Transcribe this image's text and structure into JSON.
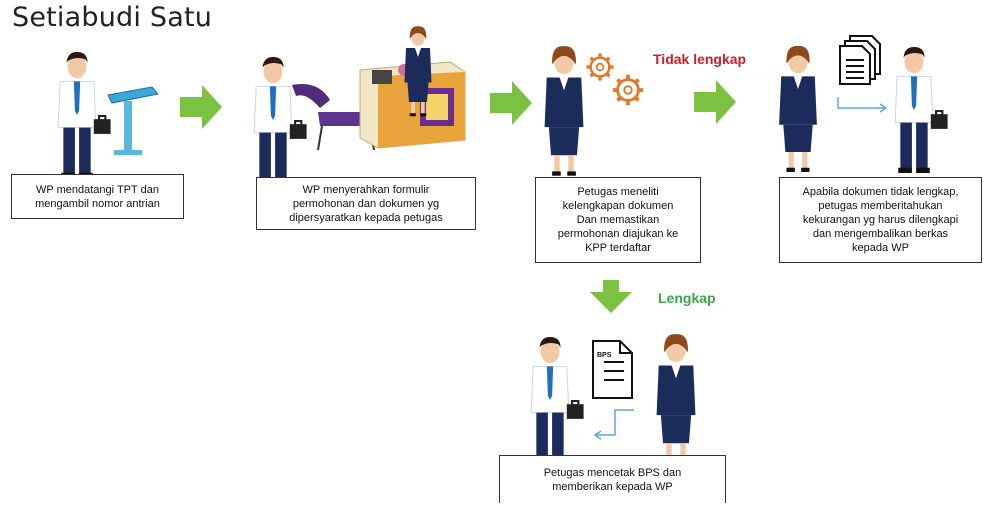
{
  "title": "Setiabudi Satu",
  "colors": {
    "arrow_green": "#7cc242",
    "tidak_lengkap_red": "#c8202f",
    "lengkap_green": "#3aa44a",
    "suit_navy": "#1b2c5c",
    "tie_blue": "#1f6fc0"
  },
  "steps": [
    {
      "caption": "WP mendatangi TPT dan\nmengambil nomor antrian"
    },
    {
      "caption": "WP menyerahkan formulir\npermohonan dan dokumen yg\ndipersyaratkan kepada petugas"
    },
    {
      "caption": "Petugas meneliti\nkelengkapan dokumen\nDan memastikan\npermohonan diajukan ke\nKPP terdaftar"
    },
    {
      "caption": "Apabila dokumen tidak lengkap,\npetugas memberitahukan\nkekurangan yg harus dilengkapi\ndan mengembalikan  berkas\nkepada WP"
    },
    {
      "caption": "Petugas mencetak BPS dan\nmemberikan  kepada WP"
    }
  ],
  "branches": {
    "incomplete": "Tidak lengkap",
    "complete": "Lengkap"
  },
  "document_label": "BPS",
  "icons": [
    "kiosk-icon",
    "chair-icon",
    "desk-icon",
    "gears-icon",
    "document-stack-icon",
    "bps-document-icon",
    "arrow-right-icon",
    "arrow-down-icon",
    "return-arrow-icon"
  ]
}
